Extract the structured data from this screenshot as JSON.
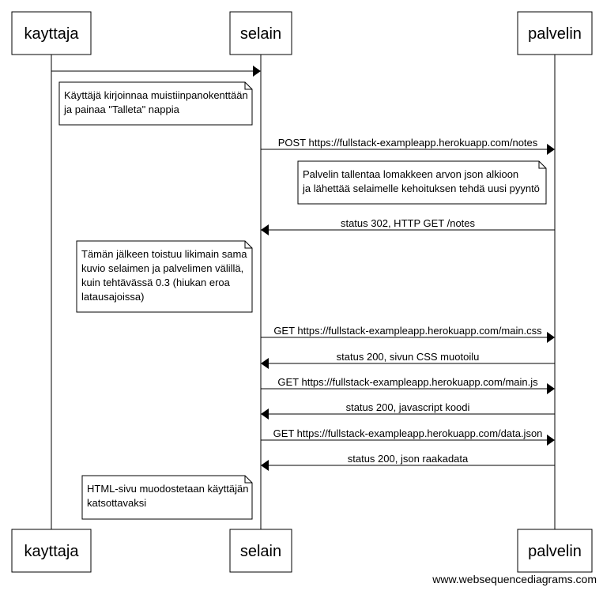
{
  "diagram": {
    "participants": [
      {
        "id": "kayttaja",
        "label": "kayttaja"
      },
      {
        "id": "selain",
        "label": "selain"
      },
      {
        "id": "palvelin",
        "label": "palvelin"
      }
    ],
    "steps": [
      {
        "kind": "message",
        "from": "kayttaja",
        "to": "selain",
        "label": ""
      },
      {
        "kind": "note",
        "over": "kayttaja",
        "lines": [
          "Käyttäjä kirjoinnaa muistiinpanokenttään",
          "ja painaa \"Talleta\" nappia"
        ]
      },
      {
        "kind": "message",
        "from": "selain",
        "to": "palvelin",
        "label": "POST https://fullstack-exampleapp.herokuapp.com/notes"
      },
      {
        "kind": "note",
        "over": "palvelin",
        "lines": [
          "Palvelin tallentaa lomakkeen arvon json alkioon",
          "ja lähettää selaimelle kehoituksen tehdä uusi pyyntö"
        ]
      },
      {
        "kind": "message",
        "from": "palvelin",
        "to": "selain",
        "label": "status 302, HTTP GET /notes"
      },
      {
        "kind": "note",
        "over": "kayttaja",
        "lines": [
          "Tämän jälkeen toistuu likimain sama",
          "kuvio selaimen ja palvelimen välillä,",
          "kuin tehtävässä 0.3 (hiukan eroa",
          "latausajoissa)"
        ]
      },
      {
        "kind": "message",
        "from": "selain",
        "to": "palvelin",
        "label": "GET https://fullstack-exampleapp.herokuapp.com/main.css"
      },
      {
        "kind": "message",
        "from": "palvelin",
        "to": "selain",
        "label": "status 200, sivun CSS muotoilu"
      },
      {
        "kind": "message",
        "from": "selain",
        "to": "palvelin",
        "label": "GET https://fullstack-exampleapp.herokuapp.com/main.js"
      },
      {
        "kind": "message",
        "from": "palvelin",
        "to": "selain",
        "label": "status 200, javascript koodi"
      },
      {
        "kind": "message",
        "from": "selain",
        "to": "palvelin",
        "label": "GET https://fullstack-exampleapp.herokuapp.com/data.json"
      },
      {
        "kind": "message",
        "from": "palvelin",
        "to": "selain",
        "label": "status 200, json raakadata"
      },
      {
        "kind": "note",
        "over": "kayttaja",
        "lines": [
          "HTML-sivu muodostetaan käyttäjän",
          "katsottavaksi"
        ]
      }
    ]
  },
  "footer": {
    "watermark": "www.websequencediagrams.com"
  }
}
